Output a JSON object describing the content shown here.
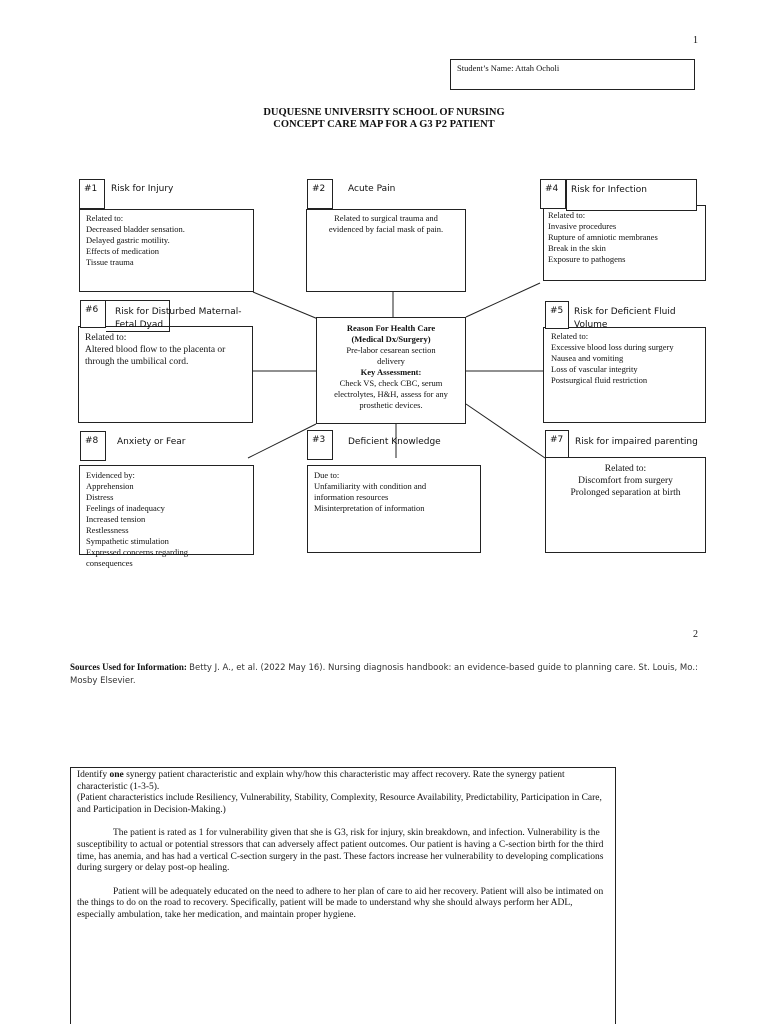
{
  "page1_number": "1",
  "page2_number": "2",
  "student": {
    "label": "Student’s Name:",
    "name": "Attah Ocholi"
  },
  "title": {
    "line1": "DUQUESNE UNIVERSITY SCHOOL OF NURSING",
    "line2": "CONCEPT CARE MAP FOR A G3 P2 PATIENT"
  },
  "nodes": {
    "n1": {
      "num": "#1",
      "label": "Risk for Injury",
      "lines": [
        "Related to:",
        "Decreased bladder sensation.",
        "Delayed gastric motility.",
        "Effects of medication",
        "Tissue trauma"
      ]
    },
    "n2": {
      "num": "#2",
      "label": "Acute Pain",
      "lines": [
        "Related to surgical trauma and",
        "evidenced by facial mask of pain."
      ]
    },
    "n4": {
      "num": "#4",
      "label": "Risk for Infection",
      "lines": [
        "Related to:",
        "Invasive procedures",
        "Rupture of amniotic membranes",
        "Break in the skin",
        "Exposure to pathogens"
      ]
    },
    "n6": {
      "num": "#6",
      "label1": "Risk for Disturbed Maternal-",
      "label2": "Fetal Dyad",
      "lines": [
        "Related to:",
        "Altered blood flow to the placenta or",
        "through the umbilical cord."
      ]
    },
    "n5": {
      "num": "#5",
      "label1": "Risk for Deficient Fluid",
      "label2": "Volume",
      "lines": [
        "Related to:",
        "Excessive blood loss during surgery",
        "Nausea and vomiting",
        "Loss of vascular integrity",
        "Postsurgical fluid restriction"
      ]
    },
    "n8": {
      "num": "#8",
      "label": "Anxiety or Fear",
      "lines": [
        "Evidenced by:",
        "Apprehension",
        "Distress",
        "Feelings of inadequacy",
        "Increased tension",
        "Restlessness",
        "Sympathetic stimulation",
        "Expressed concerns regarding",
        "consequences"
      ]
    },
    "n3": {
      "num": "#3",
      "label": "Deficient Knowledge",
      "lines": [
        "Due to:",
        "Unfamiliarity with condition and",
        "information resources",
        "Misinterpretation of information"
      ]
    },
    "n7": {
      "num": "#7",
      "label": "Risk for impaired parenting",
      "lines": [
        "Related to:",
        "Discomfort from surgery",
        "Prolonged separation at birth"
      ]
    }
  },
  "center": {
    "heading1": "Reason For Health Care",
    "heading2": "(Medical Dx/Surgery)",
    "dx1": "Pre-labor cesarean section",
    "dx2": "delivery",
    "assess_heading": "Key Assessment:",
    "assess1": "Check VS, check CBC, serum",
    "assess2": "electrolytes, H&H, assess for any",
    "assess3": "prosthetic devices."
  },
  "sources": {
    "label": "Sources Used for Information:",
    "text": "Betty J. A., et al. (2022 May 16). Nursing diagnosis handbook: an evidence-based guide to planning care. St. Louis, Mo.: Mosby Elsevier."
  },
  "question": {
    "p1a": "Identify ",
    "p1b": "one",
    "p1c": " synergy patient characteristic and explain why/how this characteristic may affect recovery. Rate the synergy patient characteristic (1-3-5).",
    "p2": "(Patient characteristics include Resiliency, Vulnerability, Stability, Complexity, Resource Availability, Predictability, Participation in Care, and Participation in Decision-Making.)",
    "p3": "The patient is rated as 1 for vulnerability given that she is G3, risk for injury, skin breakdown, and infection. Vulnerability is the susceptibility to actual or potential stressors that can adversely affect patient outcomes. Our patient is having a C-section birth for the third time, has anemia, and has had a vertical C-section surgery in the past. These factors increase her vulnerability to developing complications during surgery or delay post-op healing.",
    "p4": "Patient will be adequately educated on the need to adhere to her plan of care to aid her recovery. Patient will also be intimated on the things to do on the road to recovery. Specifically, patient will be made to understand why she should always perform her ADL, especially ambulation, take her medication, and maintain proper hygiene."
  }
}
